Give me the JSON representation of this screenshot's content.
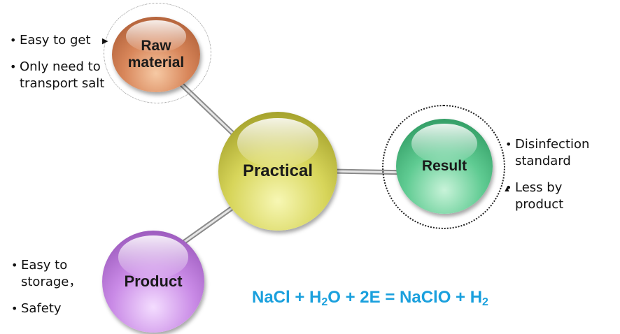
{
  "nodes": {
    "raw_material": {
      "label_line1": "Raw",
      "label_line2": "material",
      "color": "#c8703f"
    },
    "practical": {
      "label": "Practical",
      "color": "#cfcc4a"
    },
    "result": {
      "label": "Result",
      "color": "#43b87a"
    },
    "product": {
      "label": "Product",
      "color": "#b979dc"
    }
  },
  "raw_material_notes": {
    "item1": "Easy to get",
    "item2_line1": "Only need to",
    "item2_line2": "transport salt"
  },
  "result_notes": {
    "item1_line1": "Disinfection",
    "item1_line2": "standard",
    "item2_line1": "Less by",
    "item2_line2": "product"
  },
  "product_notes": {
    "item1_line1": "Easy to",
    "item1_line2": "storage，",
    "item2": "Safety"
  },
  "equation": {
    "part1": "NaCl + H",
    "sub1": "2",
    "part2": "O  + 2E = NaClO + H",
    "sub2": "2",
    "color": "#1aa0dd"
  },
  "icons": {
    "arrowhead": "small-triangle-arrow",
    "bullet": "round-bullet"
  }
}
